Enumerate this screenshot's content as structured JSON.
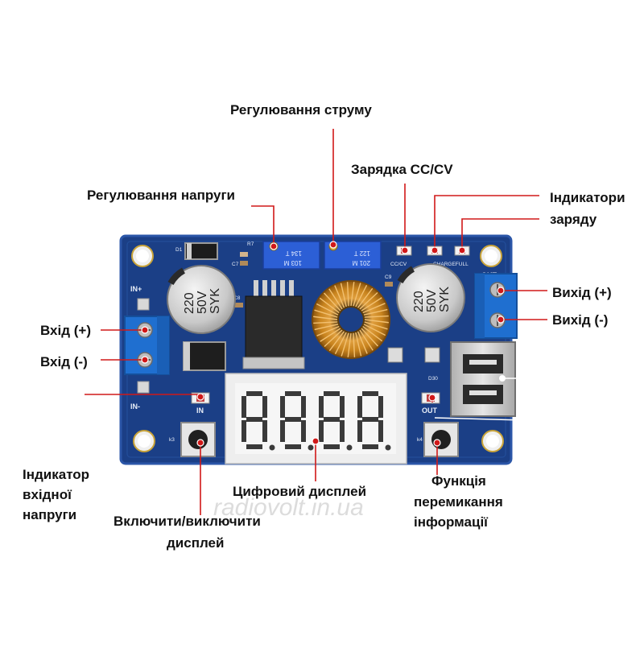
{
  "labels": {
    "current_adjust": "Регулювання струму",
    "charge_ccv": "Зарядка CC/CV",
    "voltage_adjust": "Регулювання напруги",
    "charge_indicators_1": "Індикатори",
    "charge_indicators_2": "заряду",
    "output_plus": "Вихід (+)",
    "output_minus": "Вихід (-)",
    "input_plus": "Вхід (+)",
    "input_minus": "Вхід (-)",
    "input_indicator_1": "Індикатор",
    "input_indicator_2": "вхідної",
    "input_indicator_3": "напруги",
    "digital_display": "Цифровий дисплей",
    "display_toggle_1": "Включити/виключити",
    "display_toggle_2": "дисплей",
    "info_switch_1": "Функція",
    "info_switch_2": "перемикання",
    "info_switch_3": "інформації"
  },
  "board": {
    "in_plus": "IN+",
    "in_minus": "IN-",
    "out_plus": "OUT+",
    "in_led": "IN",
    "out_led": "OUT",
    "cc_cv": "CC/CV",
    "charge_full": "CHARGEFULL",
    "d1": "D1",
    "r7": "R7",
    "c7": "C7",
    "c8": "C8",
    "c9": "C9",
    "d30": "D30",
    "k3": "k3",
    "k4": "k4",
    "cap_value": "220",
    "cap_voltage": "50V",
    "cap_brand": "SYK",
    "pot1_code": "134 T",
    "pot1_value": "103 M",
    "pot2_code": "122 T",
    "pot2_value": "201 M",
    "display_digits": "8888"
  },
  "watermark": "radiovolt.in.ua",
  "colors": {
    "pcb": "#1b3f86",
    "pcb_edge": "#2b56a8",
    "leader": "#d01818",
    "terminal": "#1f6fd0",
    "pot": "#2c5fd6",
    "display_segment": "#3a3a3a",
    "display_body": "#eeeeee",
    "inductor_wire": "#d4902c"
  }
}
